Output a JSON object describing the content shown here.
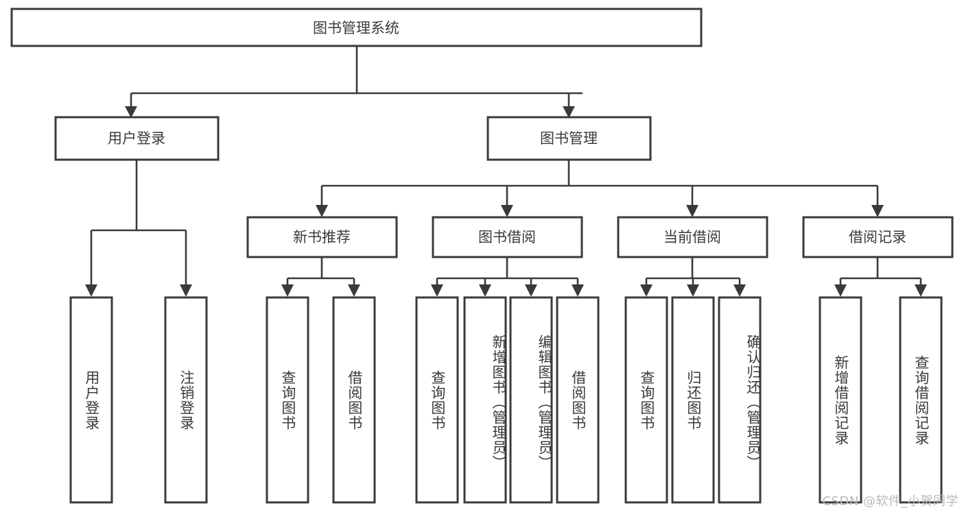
{
  "diagram": {
    "title": "图书管理系统",
    "type": "tree-hierarchy",
    "watermark": "CSDN @软件_小贺同学",
    "colors": {
      "stroke": "#3a3a3a",
      "fill": "#ffffff",
      "text": "#3a3a3a",
      "watermark": "#b9b9b9"
    },
    "root": {
      "label": "图书管理系统"
    },
    "level2": [
      {
        "label": "用户登录"
      },
      {
        "label": "图书管理"
      }
    ],
    "level3": [
      {
        "label": "新书推荐"
      },
      {
        "label": "图书借阅"
      },
      {
        "label": "当前借阅"
      },
      {
        "label": "借阅记录"
      }
    ],
    "leaves": {
      "user_login": [
        {
          "label": "用户登录"
        },
        {
          "label": "注销登录"
        }
      ],
      "new_book_recommend": [
        {
          "label": "查询图书"
        },
        {
          "label": "借阅图书"
        }
      ],
      "book_borrow": [
        {
          "label": "查询图书"
        },
        {
          "label": "新增图书（管理员）"
        },
        {
          "label": "编辑图书（管理员）"
        },
        {
          "label": "借阅图书"
        }
      ],
      "current_borrow": [
        {
          "label": "查询图书"
        },
        {
          "label": "归还图书"
        },
        {
          "label": "确认归还（管理员）"
        }
      ],
      "borrow_record": [
        {
          "label": "新增借阅记录"
        },
        {
          "label": "查询借阅记录"
        }
      ]
    }
  }
}
